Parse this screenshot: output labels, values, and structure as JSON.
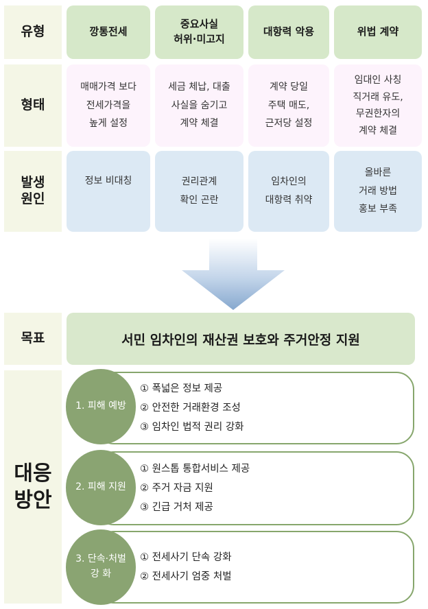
{
  "row_labels": {
    "type": "유형",
    "form": "형태",
    "cause_line1": "발생",
    "cause_line2": "원인",
    "goal": "목표",
    "response_line1": "대응",
    "response_line2": "방안"
  },
  "columns": [
    {
      "header_line1": "깡통전세",
      "header_line2": "",
      "form": [
        "매매가격 보다",
        "전세가격을",
        "높게 설정"
      ],
      "cause": [
        "정보 비대칭"
      ]
    },
    {
      "header_line1": "중요사실",
      "header_line2": "허위·미고지",
      "form": [
        "세금 체납, 대출",
        "사실을 숨기고",
        "계약 체결"
      ],
      "cause": [
        "권리관계",
        "확인 곤란"
      ]
    },
    {
      "header_line1": "대항력 악용",
      "header_line2": "",
      "form": [
        "계약 당일",
        "주택 매도,",
        "근저당 설정"
      ],
      "cause": [
        "임차인의",
        "대항력 취약"
      ]
    },
    {
      "header_line1": "위법 계약",
      "header_line2": "",
      "form": [
        "임대인 사칭",
        "직거래 유도,",
        "무권한자의",
        "계약 체결"
      ],
      "cause": [
        "올바른",
        "거래 방법",
        "홍보 부족"
      ]
    }
  ],
  "goal_text": "서민 임차인의 재산권 보호와 주거안정 지원",
  "responses": [
    {
      "title_line1": "1. 피해 예방",
      "title_line2": "",
      "items": [
        "① 폭넓은 정보 제공",
        "② 안전한 거래환경 조성",
        "③ 임차인 법적 권리 강화"
      ]
    },
    {
      "title_line1": "2. 피해 지원",
      "title_line2": "",
      "items": [
        "① 원스톱 통합서비스 제공",
        "② 주거 자금 지원",
        "③ 긴급 거처 제공"
      ]
    },
    {
      "title_line1": "3. 단속·처벌",
      "title_line2": "강 화",
      "items": [
        "① 전세사기 단속 강화",
        "② 전세사기 엄중 처벌"
      ]
    }
  ],
  "colors": {
    "header_bg": "#d6e8c9",
    "form_bg": "#fdf3fc",
    "cause_bg": "#dce9f4",
    "label_bg": "#f4f6e6",
    "accent_green": "#86a66c",
    "arrow_blue": "#8fb0d3"
  }
}
